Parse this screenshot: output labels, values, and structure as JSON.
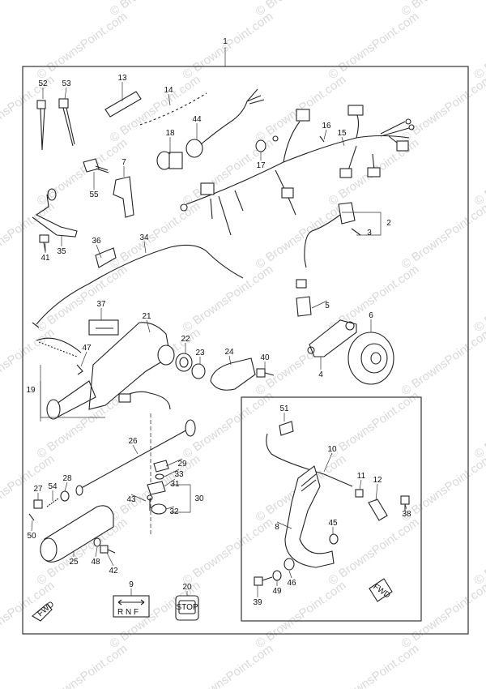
{
  "watermark": "© BrownsPoint.com",
  "callouts": [
    "1",
    "2",
    "3",
    "4",
    "5",
    "6",
    "7",
    "8",
    "9",
    "10",
    "11",
    "12",
    "13",
    "14",
    "15",
    "16",
    "17",
    "18",
    "19",
    "20",
    "21",
    "22",
    "23",
    "24",
    "25",
    "26",
    "27",
    "28",
    "29",
    "30",
    "31",
    "32",
    "33",
    "34",
    "35",
    "36",
    "37",
    "38",
    "39",
    "40",
    "41",
    "42",
    "43",
    "44",
    "45",
    "46",
    "47",
    "48",
    "49",
    "50",
    "51",
    "52",
    "53",
    "54",
    "55"
  ],
  "decal_9": {
    "letters": [
      "R",
      "N",
      "F"
    ]
  },
  "badge_20": "STOP",
  "fwd_label": "FWD",
  "colors": {
    "line": "#222222",
    "watermark": "#d9d9d9",
    "background": "#ffffff"
  }
}
